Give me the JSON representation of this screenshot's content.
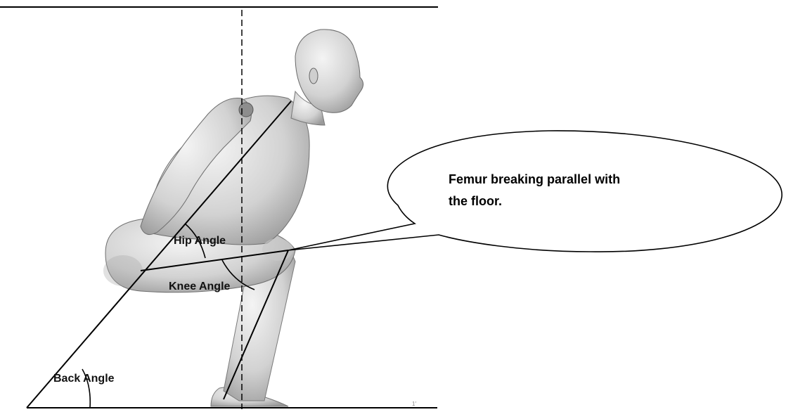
{
  "diagram": {
    "angles": {
      "hip": "Hip Angle",
      "knee": "Knee Angle",
      "back": "Back Angle"
    },
    "callout": {
      "line1": "Femur breaking parallel with",
      "line2": "the floor."
    },
    "corner_mark": "1′"
  },
  "colors": {
    "line": "#000000",
    "figure_shade": "#b5b5b5",
    "background": "#ffffff"
  }
}
